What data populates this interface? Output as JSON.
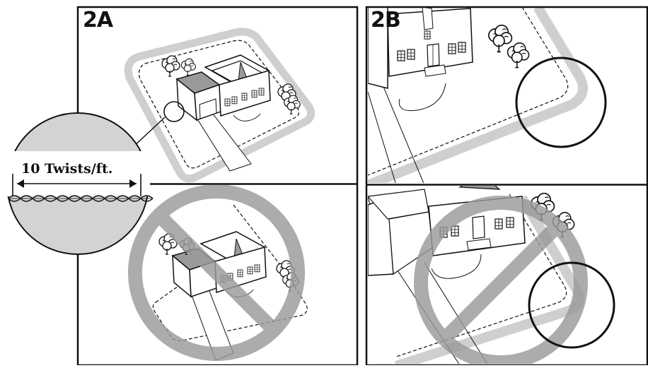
{
  "panels": {
    "a": {
      "label": "2A"
    },
    "b": {
      "label": "2B"
    }
  },
  "callout": {
    "text": "10 Twists/ft."
  },
  "colors": {
    "ink": "#111111",
    "boundary_band": "#cfcfcf",
    "roof_gray": "#8a8a8a",
    "prohibition": "#9a9a9a"
  }
}
